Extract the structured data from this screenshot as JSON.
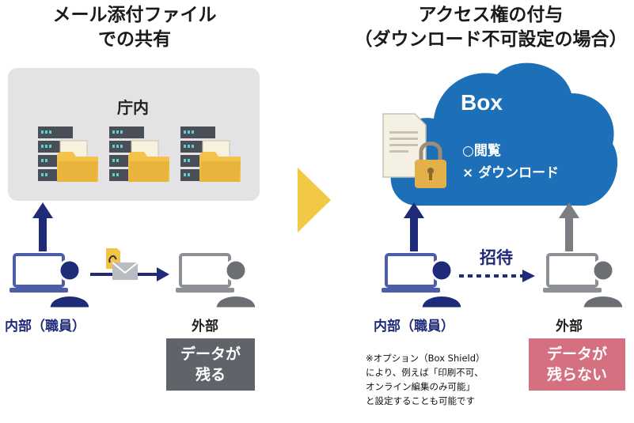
{
  "left": {
    "title_line1": "メール添付ファイル",
    "title_line2": "での共有",
    "agency_label": "庁内",
    "internal_label": "内部（職員）",
    "external_label": "外部",
    "result_line1": "データが",
    "result_line2": "残る",
    "result_color": "#5f646b"
  },
  "right": {
    "title_line1": "アクセス権の付与",
    "title_line2": "（ダウンロード不可設定の場合）",
    "cloud_name": "Box",
    "perm_view": "○閲覧",
    "perm_download": "× ダウンロード",
    "invite_label": "招待",
    "internal_label": "内部（職員）",
    "external_label": "外部",
    "result_line1": "データが",
    "result_line2": "残らない",
    "result_color": "#d4707f",
    "note_lines": [
      "※オプション（Box Shield）",
      "により、例えば「印刷不可、",
      "オンライン編集のみ可能」",
      "と設定することも可能です"
    ]
  },
  "colors": {
    "navy": "#1f2a78",
    "cloud": "#1d6fb8",
    "chevron": "#f2c945",
    "panel": "#e3e3e5",
    "gray_person": "#6b6e72"
  },
  "icons": [
    "server-icon",
    "folder-icon",
    "document-icon",
    "padlock-icon",
    "paperclip-icon",
    "envelope-icon",
    "laptop-icon",
    "person-icon",
    "cloud-icon",
    "chevron-right-icon"
  ]
}
